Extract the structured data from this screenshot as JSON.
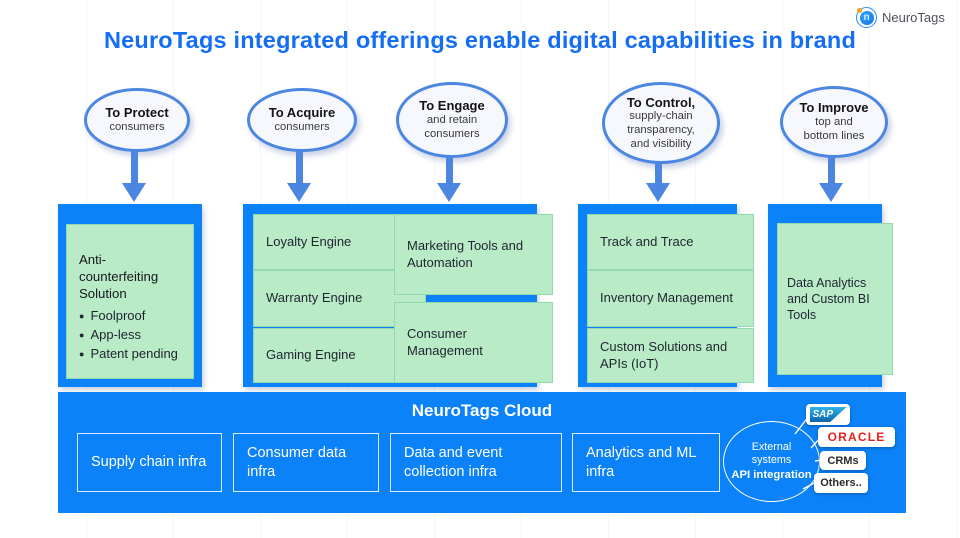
{
  "brand": {
    "name": "NeuroTags"
  },
  "title": "NeuroTags integrated offerings enable digital capabilities in brand",
  "bubbles": [
    {
      "bold": "To Protect",
      "lines": [
        "consumers"
      ]
    },
    {
      "bold": "To Acquire",
      "lines": [
        "consumers"
      ]
    },
    {
      "bold": "To Engage",
      "lines": [
        "and retain",
        "consumers"
      ]
    },
    {
      "bold": "To Control,",
      "lines": [
        "supply-chain",
        "transparency,",
        "and visibility"
      ]
    },
    {
      "bold": "To Improve",
      "lines": [
        "top and",
        "bottom lines"
      ]
    }
  ],
  "offerings": {
    "protect": {
      "heading": "Anti-counterfeiting Solution",
      "bullets": [
        "Foolproof",
        "App-less",
        "Patent pending"
      ]
    },
    "acquire": [
      "Loyalty Engine",
      "Warranty Engine",
      "Gaming Engine"
    ],
    "engage": [
      "Marketing Tools and Automation",
      "Consumer Management"
    ],
    "control": [
      "Track and Trace",
      "Inventory Management",
      "Custom Solutions and APIs (IoT)"
    ],
    "improve": "Data Analytics and Custom BI Tools"
  },
  "cloud": {
    "title": "NeuroTags Cloud",
    "infra": [
      "Supply chain infra",
      "Consumer data infra",
      "Data and event collection infra",
      "Analytics and ML infra"
    ],
    "external": {
      "line1": "External",
      "line2": "systems",
      "bold_line": "API integration"
    },
    "badges": {
      "sap": "SAP",
      "oracle": "ORACLE",
      "crms": "CRMs",
      "others": "Others.."
    }
  },
  "colors": {
    "title_blue": "#146ef5",
    "pillar_blue": "#0b82f7",
    "arrow_blue": "#4b86e1",
    "card_green": "#b9ebc7",
    "oracle_red": "#e9201d",
    "sap_blue": "#0b64ab"
  }
}
